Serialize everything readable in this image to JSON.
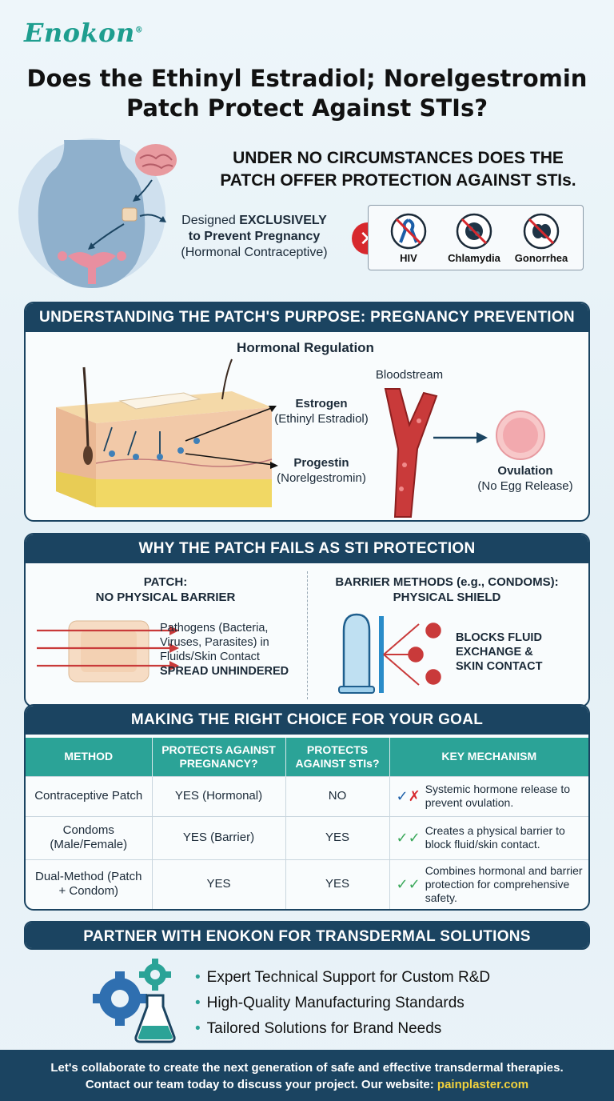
{
  "brand": {
    "name": "Enokon",
    "mark": "®"
  },
  "title": {
    "line1": "Does the Ethinyl Estradiol; Norelgestromin",
    "line2": "Patch Protect Against STIs?"
  },
  "hero": {
    "headline_line1": "UNDER NO CIRCUMSTANCES DOES THE",
    "headline_line2": "PATCH OFFER PROTECTION AGAINST STIs.",
    "designed_pre": "Designed ",
    "designed_bold": "EXCLUSIVELY",
    "designed_line2": "to Prevent Pregnancy",
    "designed_line3": "(Hormonal Contraceptive)",
    "stis": [
      {
        "label": "HIV"
      },
      {
        "label": "Chlamydia"
      },
      {
        "label": "Gonorrhea"
      }
    ]
  },
  "section1": {
    "header": "UNDERSTANDING THE PATCH'S PURPOSE: PREGNANCY PREVENTION",
    "subtitle": "Hormonal Regulation",
    "bloodstream": "Bloodstream",
    "estrogen": "Estrogen",
    "estrogen_sub": "(Ethinyl Estradiol)",
    "progestin": "Progestin",
    "progestin_sub": "(Norelgestromin)",
    "ovulation": "Ovulation",
    "ovulation_sub": "(No Egg Release)"
  },
  "section2": {
    "header": "WHY THE PATCH FAILS AS STI PROTECTION",
    "left_title1": "PATCH:",
    "left_title2": "NO PHYSICAL BARRIER",
    "left_text1": "Pathogens (Bacteria,",
    "left_text2": "Viruses, Parasites) in",
    "left_text3": "Fluids/Skin Contact",
    "left_text4": "SPREAD UNHINDERED",
    "right_title1": "BARRIER METHODS (e.g., CONDOMS):",
    "right_title2": "PHYSICAL SHIELD",
    "right_text1": "BLOCKS FLUID",
    "right_text2": "EXCHANGE &",
    "right_text3": "SKIN CONTACT"
  },
  "section3": {
    "header": "MAKING THE RIGHT CHOICE FOR YOUR GOAL",
    "columns": [
      "METHOD",
      "PROTECTS AGAINST PREGNANCY?",
      "PROTECTS AGAINST STIs?",
      "KEY MECHANISM"
    ],
    "rows": [
      {
        "method": "Contraceptive Patch",
        "pregnancy": "YES (Hormonal)",
        "sti": "NO",
        "mechanism": "Systemic hormone release to prevent ovulation.",
        "check1": "✓",
        "check2": "✗"
      },
      {
        "method": "Condoms (Male/Female)",
        "pregnancy": "YES (Barrier)",
        "sti": "YES",
        "mechanism": "Creates a physical barrier to block fluid/skin contact.",
        "check1": "✓",
        "check2": "✓"
      },
      {
        "method": "Dual-Method (Patch + Condom)",
        "pregnancy": "YES",
        "sti": "YES",
        "mechanism": "Combines hormonal and barrier protection for comprehensive safety.",
        "check1": "✓",
        "check2": "✓"
      }
    ]
  },
  "section4": {
    "header": "PARTNER WITH ENOKON FOR TRANSDERMAL SOLUTIONS",
    "items": [
      "Expert Technical Support for Custom R&D",
      "High-Quality Manufacturing Standards",
      "Tailored Solutions for Brand Needs"
    ]
  },
  "footer": {
    "line1": "Let's collaborate to create the next generation of safe and effective transdermal therapies.",
    "line2_pre": "Contact our team today to discuss your project. Our website: ",
    "link": "painplaster.com"
  }
}
